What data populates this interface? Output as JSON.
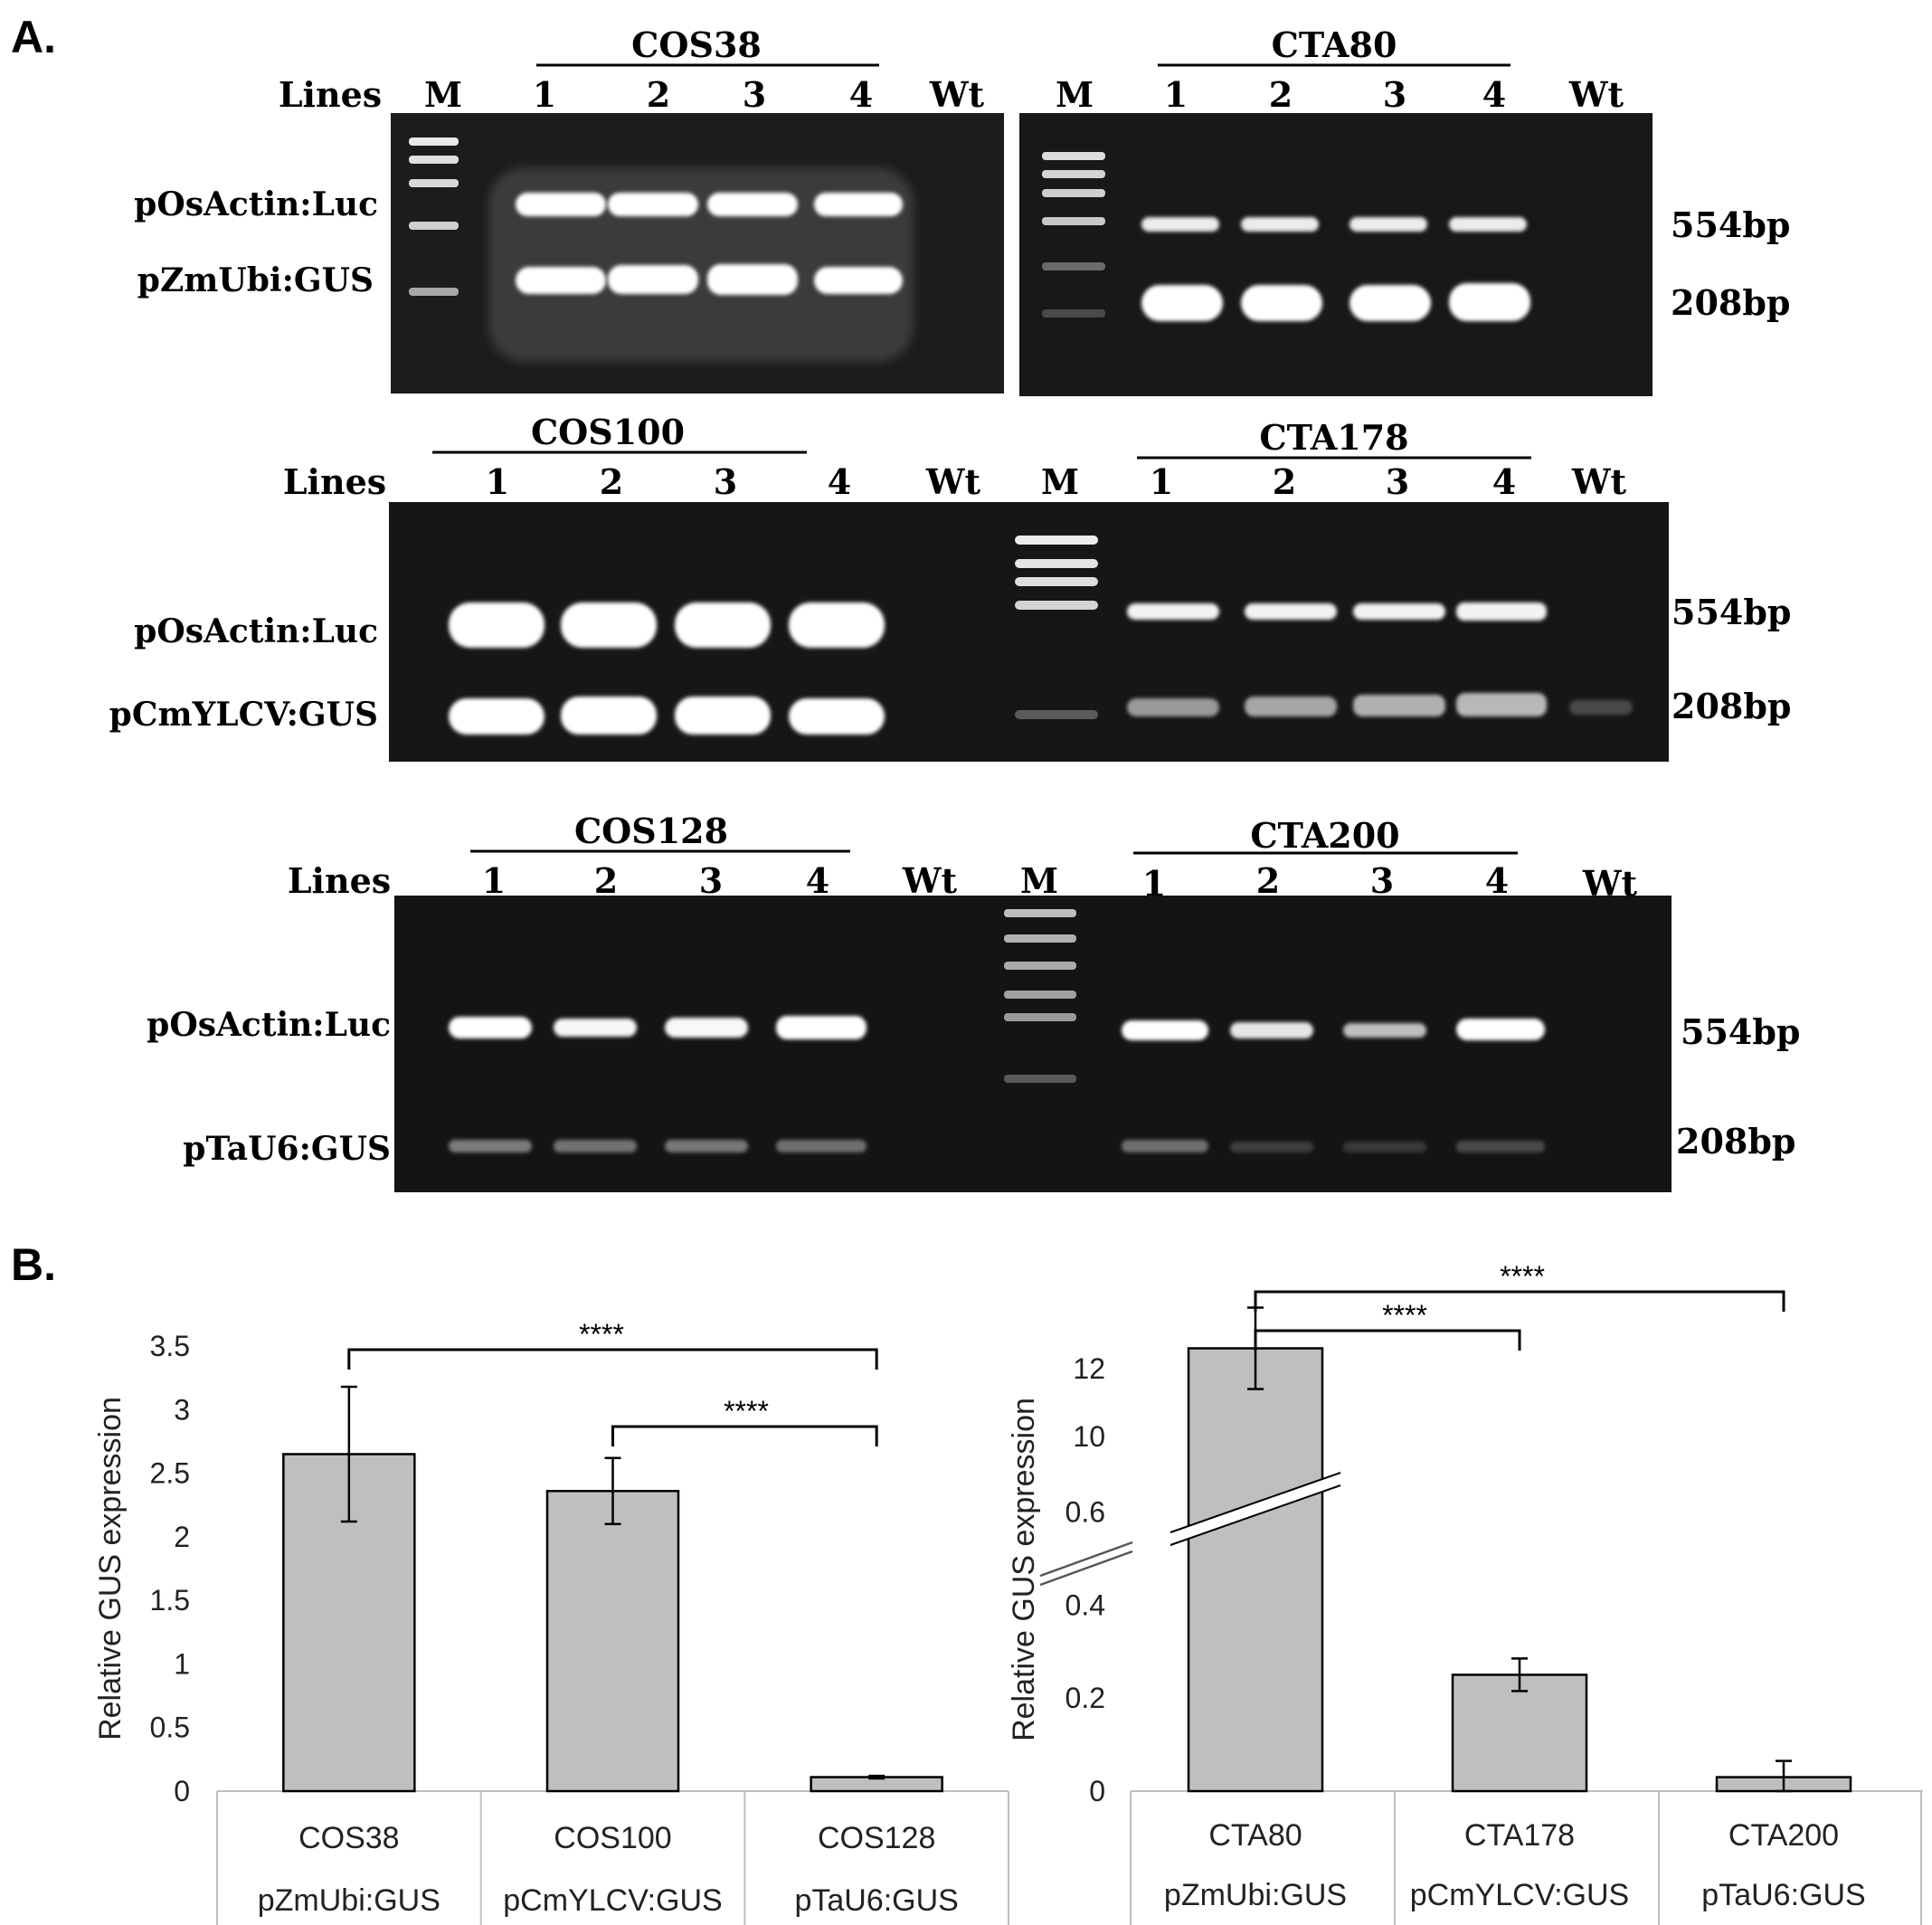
{
  "panel_a": {
    "letter": "A.",
    "gels": [
      {
        "id": "g1",
        "title": "COS38",
        "lines_label": "Lines",
        "marker": "M",
        "lanes": [
          "1",
          "2",
          "3",
          "4"
        ],
        "wt": "Wt",
        "band_top": "pOsActin:Luc",
        "band_bottom": "pZmUbi:GUS",
        "size_top": "",
        "size_bottom": ""
      },
      {
        "id": "g2",
        "title": "CTA80",
        "lines_label": "",
        "marker": "M",
        "lanes": [
          "1",
          "2",
          "3",
          "4"
        ],
        "wt": "Wt",
        "band_top": "",
        "band_bottom": "",
        "size_top": "554bp",
        "size_bottom": "208bp"
      },
      {
        "id": "g3",
        "title": "COS100",
        "lines_label": "Lines",
        "marker": "",
        "lanes": [
          "1",
          "2",
          "3",
          "4"
        ],
        "wt": "Wt",
        "band_top": "pOsActin:Luc",
        "band_bottom": "pCmYLCV:GUS",
        "size_top": "",
        "size_bottom": ""
      },
      {
        "id": "g4",
        "title": "CTA178",
        "lines_label": "",
        "marker": "M",
        "lanes": [
          "1",
          "2",
          "3",
          "4"
        ],
        "wt": "Wt",
        "band_top": "",
        "band_bottom": "",
        "size_top": "554bp",
        "size_bottom": "208bp"
      },
      {
        "id": "g5",
        "title": "COS128",
        "lines_label": "Lines",
        "marker": "",
        "lanes": [
          "1",
          "2",
          "3",
          "4"
        ],
        "wt": "Wt",
        "band_top": "pOsActin:Luc",
        "band_bottom": "pTaU6:GUS",
        "size_top": "",
        "size_bottom": ""
      },
      {
        "id": "g6",
        "title": "CTA200",
        "lines_label": "",
        "marker": "M",
        "lanes": [
          "1",
          "2",
          "3",
          "4"
        ],
        "wt": "Wt",
        "band_top": "",
        "band_bottom": "",
        "size_top": "554bp",
        "size_bottom": "208bp"
      }
    ]
  },
  "panel_b": {
    "letter": "B."
  },
  "chart_data": [
    {
      "type": "bar",
      "ylabel": "Relative GUS expression",
      "ylim": [
        0,
        3.5
      ],
      "yticks": [
        "0",
        "0.5",
        "1",
        "1.5",
        "2",
        "2.5",
        "3",
        "3.5"
      ],
      "categories": [
        "COS38",
        "COS100",
        "COS128"
      ],
      "subcategories": [
        "pZmUbi:GUS",
        "pCmYLCV:GUS",
        "pTaU6:GUS"
      ],
      "values": [
        2.65,
        2.36,
        0.11
      ],
      "errors": [
        0.53,
        0.26,
        0.01
      ],
      "bar_color": "#bfbfbf",
      "significance": [
        {
          "from": 0,
          "to": 2,
          "label": "****"
        },
        {
          "from": 1,
          "to": 2,
          "label": "****"
        }
      ]
    },
    {
      "type": "bar",
      "ylabel": "Relative GUS expression",
      "axis_break": true,
      "yticks_lower": [
        "0",
        "0.2",
        "0.4",
        "0.6"
      ],
      "yticks_upper": [
        "10",
        "12"
      ],
      "categories": [
        "CTA80",
        "CTA178",
        "CTA200"
      ],
      "subcategories": [
        "pZmUbi:GUS",
        "pCmYLCV:GUS",
        "pTaU6:GUS"
      ],
      "values": [
        12.6,
        0.25,
        0.03
      ],
      "errors": [
        1.2,
        0.035,
        0.035
      ],
      "bar_color": "#bfbfbf",
      "significance": [
        {
          "from": 0,
          "to": 1,
          "label": "****"
        },
        {
          "from": 0,
          "to": 2,
          "label": "****"
        }
      ]
    }
  ]
}
